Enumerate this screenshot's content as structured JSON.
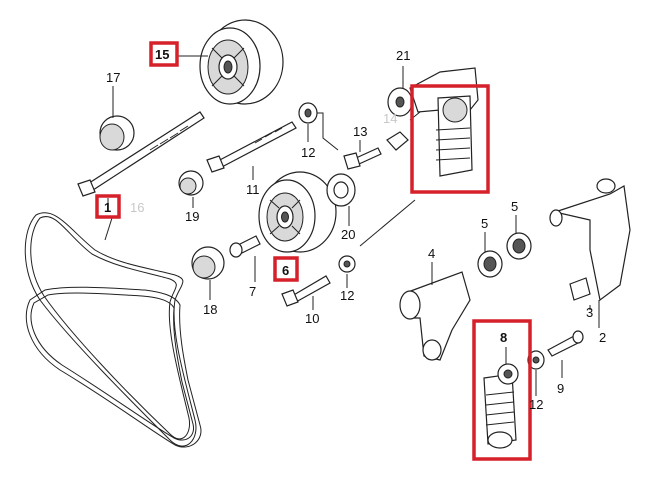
{
  "diagram": {
    "callouts": {
      "c1": "1",
      "c2": "2",
      "c3": "3",
      "c4": "4",
      "c5a": "5",
      "c5b": "5",
      "c6": "6",
      "c7": "7",
      "c8": "8",
      "c9": "9",
      "c10": "10",
      "c11": "11",
      "c12a": "12",
      "c12b": "12",
      "c12c": "12",
      "c13": "13",
      "c14": "14",
      "c15": "15",
      "c16": "16",
      "c17": "17",
      "c18": "18",
      "c19": "19",
      "c20": "20",
      "c21": "21"
    },
    "highlight_color": "#d6202a"
  }
}
